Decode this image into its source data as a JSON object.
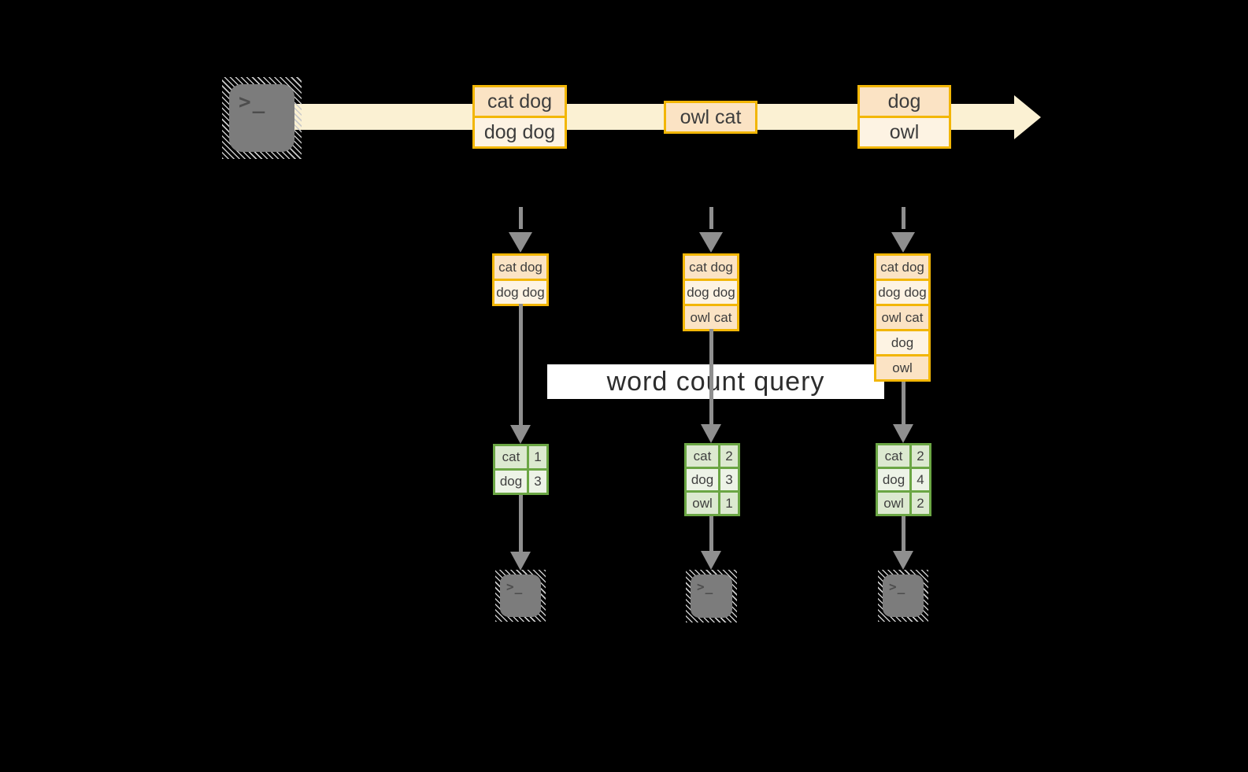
{
  "diagram": {
    "query_label": "word count query",
    "terminal_glyph": ">_"
  },
  "colors": {
    "background": "#000000",
    "stream_band": "#FBF1D3",
    "box_border_gold": "#F2B606",
    "box_fill_peach": "#FBE3C4",
    "box_fill_cream": "#FDF3E3",
    "table_border_green": "#6BA644",
    "table_fill_green": "#DCE9D0",
    "table_fill_green_light": "#EDF3E7",
    "arrow_gray": "#8F8F8F",
    "terminal_gray": "#7C7C7C",
    "query_band": "#FFFFFF",
    "text_dark": "#3D3D3D"
  },
  "stream": {
    "events": [
      {
        "lines": [
          "cat dog",
          "dog dog"
        ]
      },
      {
        "lines": [
          "owl cat"
        ]
      },
      {
        "lines": [
          "dog",
          "owl"
        ]
      }
    ]
  },
  "columns": [
    {
      "buffer": [
        "cat dog",
        "dog dog"
      ],
      "counts": [
        {
          "word": "cat",
          "count": "1"
        },
        {
          "word": "dog",
          "count": "3"
        }
      ]
    },
    {
      "buffer": [
        "cat dog",
        "dog dog",
        "owl cat"
      ],
      "counts": [
        {
          "word": "cat",
          "count": "2"
        },
        {
          "word": "dog",
          "count": "3"
        },
        {
          "word": "owl",
          "count": "1"
        }
      ]
    },
    {
      "buffer": [
        "cat dog",
        "dog dog",
        "owl cat",
        "dog",
        "owl"
      ],
      "counts": [
        {
          "word": "cat",
          "count": "2"
        },
        {
          "word": "dog",
          "count": "4"
        },
        {
          "word": "owl",
          "count": "2"
        }
      ]
    }
  ]
}
